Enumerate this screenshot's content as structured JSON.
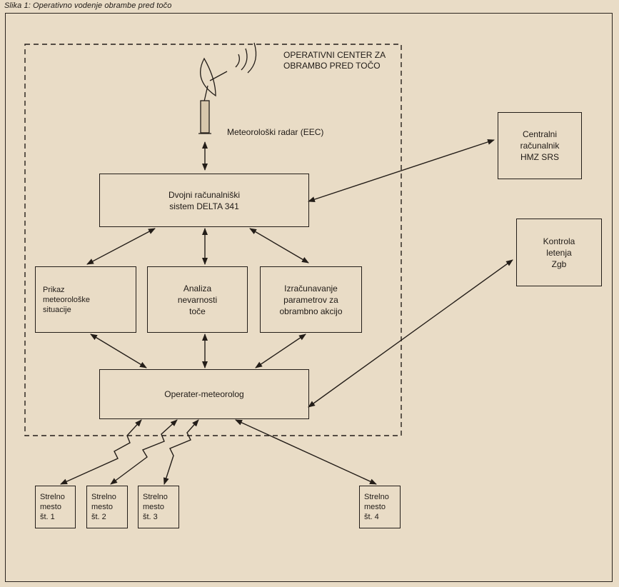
{
  "caption": "Slika 1: Operativno vodenje obrambe pred točo",
  "center_title": "OPERATIVNI CENTER ZA\nOBRAMBO PRED TOČO",
  "radar_label": "Meteorološki radar (EEC)",
  "boxes": {
    "computer": "Dvojni računalniški\nsistem DELTA 341",
    "display": "Prikaz\nmeteorološke\nsituacije",
    "analysis": "Analiza\nnevarnosti\ntoče",
    "calculation": "Izračunavanje\nparametrov za\nobrambno akcijo",
    "operator": "Operater-meteorolog",
    "central": "Centralni\nračunalnik\nHMZ SRS",
    "atc": "Kontrola\nletenja\nZgb"
  },
  "stations": [
    "Strelno\nmesto\nšt. 1",
    "Strelno\nmesto\nšt. 2",
    "Strelno\nmesto\nšt. 3",
    "Strelno\nmesto\nšt. 4"
  ],
  "icons": [
    "radar-dish-icon",
    "radio-waves-icon"
  ]
}
